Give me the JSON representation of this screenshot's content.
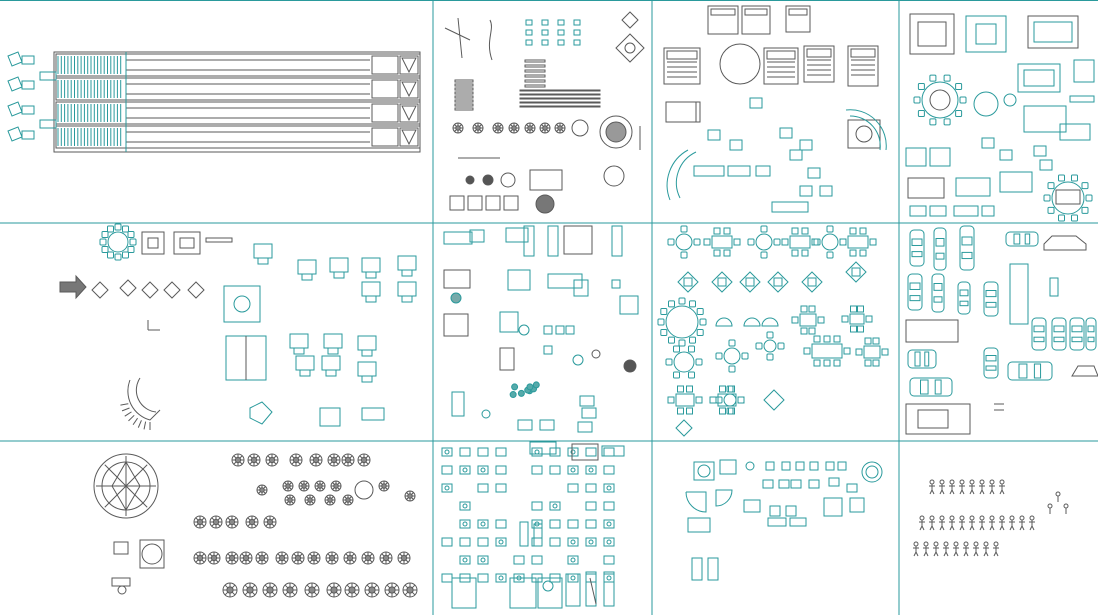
{
  "sheet": {
    "line_color": "#2a9a9c",
    "dark_color": "#5a5a5a",
    "background": "#ffffff",
    "description_kind": "CAD block library contact sheet"
  },
  "panels": [
    {
      "id": "bowling-lanes",
      "kind": "bowling-lanes"
    },
    {
      "id": "landscape-symbols",
      "kind": "landscape-symbols"
    },
    {
      "id": "bedroom-furniture",
      "kind": "bedroom-furniture"
    },
    {
      "id": "living-room-furniture",
      "kind": "living-room-furniture"
    },
    {
      "id": "office-symbols",
      "kind": "office-symbols"
    },
    {
      "id": "workstations",
      "kind": "workstations"
    },
    {
      "id": "dining-sets",
      "kind": "dining-sets"
    },
    {
      "id": "vehicles",
      "kind": "vehicles"
    },
    {
      "id": "trees-plan",
      "kind": "trees-plan"
    },
    {
      "id": "kitchen-appliances",
      "kind": "kitchen-appliances"
    },
    {
      "id": "bathroom-fixtures",
      "kind": "bathroom-fixtures"
    },
    {
      "id": "people-figures",
      "kind": "people-figures"
    }
  ]
}
